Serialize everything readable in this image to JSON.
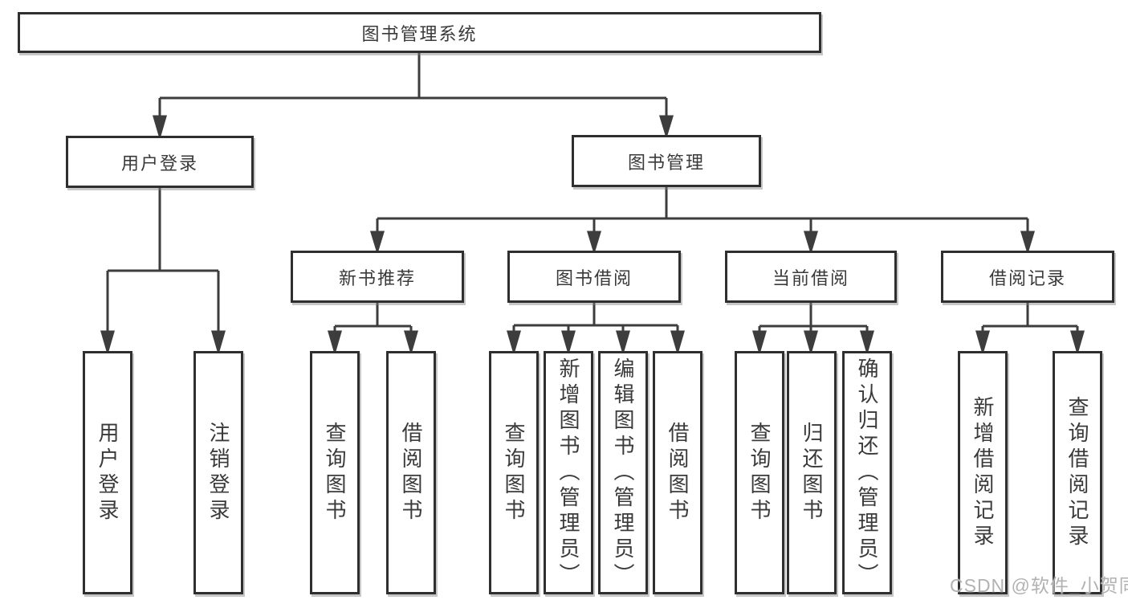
{
  "style": {
    "line_color": "#3d3d3d",
    "box_border_color": "#2f2f2f",
    "text_color": "#3a3a3a",
    "background": "#ffffff",
    "watermark_color": "#b2b2b2"
  },
  "tree": {
    "label": "图书管理系统",
    "children": [
      {
        "label": "用户登录",
        "children": [
          {
            "label": "用户登录"
          },
          {
            "label": "注销登录"
          }
        ]
      },
      {
        "label": "图书管理",
        "children": [
          {
            "label": "新书推荐",
            "children": [
              {
                "label": "查询图书"
              },
              {
                "label": "借阅图书"
              }
            ]
          },
          {
            "label": "图书借阅",
            "children": [
              {
                "label": "查询图书"
              },
              {
                "label": "新增图书（管理员）"
              },
              {
                "label": "编辑图书（管理员）"
              },
              {
                "label": "借阅图书"
              }
            ]
          },
          {
            "label": "当前借阅",
            "children": [
              {
                "label": "查询图书"
              },
              {
                "label": "归还图书"
              },
              {
                "label": "确认归还（管理员）"
              }
            ]
          },
          {
            "label": "借阅记录",
            "children": [
              {
                "label": "新增借阅记录"
              },
              {
                "label": "查询借阅记录"
              }
            ]
          }
        ]
      }
    ]
  },
  "watermark": {
    "text": "CSDN @软件_小贺同学"
  }
}
